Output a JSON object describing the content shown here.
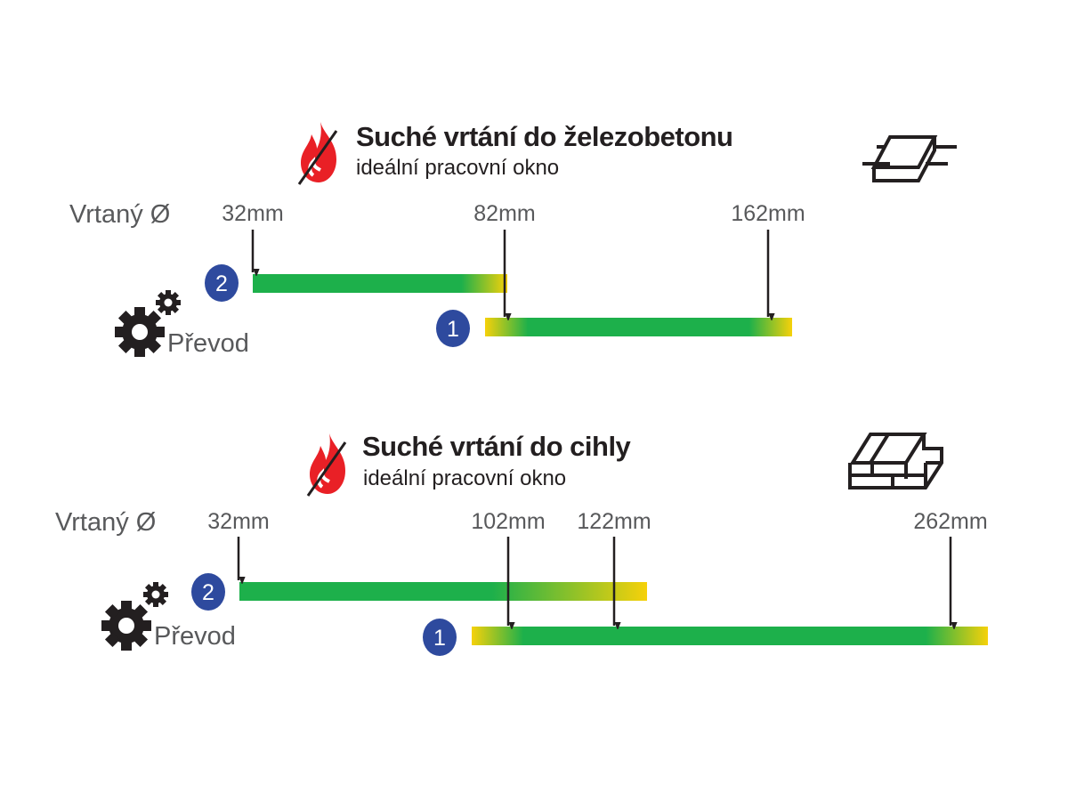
{
  "colors": {
    "green": "#1db04b",
    "yellow": "#f6d10a",
    "badge": "#2e4a9e",
    "flame": "#e92026",
    "text": "#231f20",
    "label": "#58595b"
  },
  "sections": [
    {
      "title": "Suché vrtání do železobetonu",
      "subtitle": "ideální pracovní okno",
      "diameter_label": "Vrtaný Ø",
      "gear_label": "Převod",
      "material_icon": "reinforced-concrete-slab-icon",
      "markers": [
        "32mm",
        "82mm",
        "162mm"
      ],
      "gears": [
        {
          "number": "2",
          "range_mm": [
            32,
            82
          ]
        },
        {
          "number": "1",
          "range_mm": [
            82,
            162
          ]
        }
      ]
    },
    {
      "title": "Suché vrtání do cihly",
      "subtitle": "ideální pracovní okno",
      "diameter_label": "Vrtaný Ø",
      "gear_label": "Převod",
      "material_icon": "bricks-icon",
      "markers": [
        "32mm",
        "102mm",
        "122mm",
        "262mm"
      ],
      "gears": [
        {
          "number": "2",
          "range_mm": [
            32,
            122
          ]
        },
        {
          "number": "1",
          "range_mm": [
            102,
            262
          ]
        }
      ]
    }
  ]
}
